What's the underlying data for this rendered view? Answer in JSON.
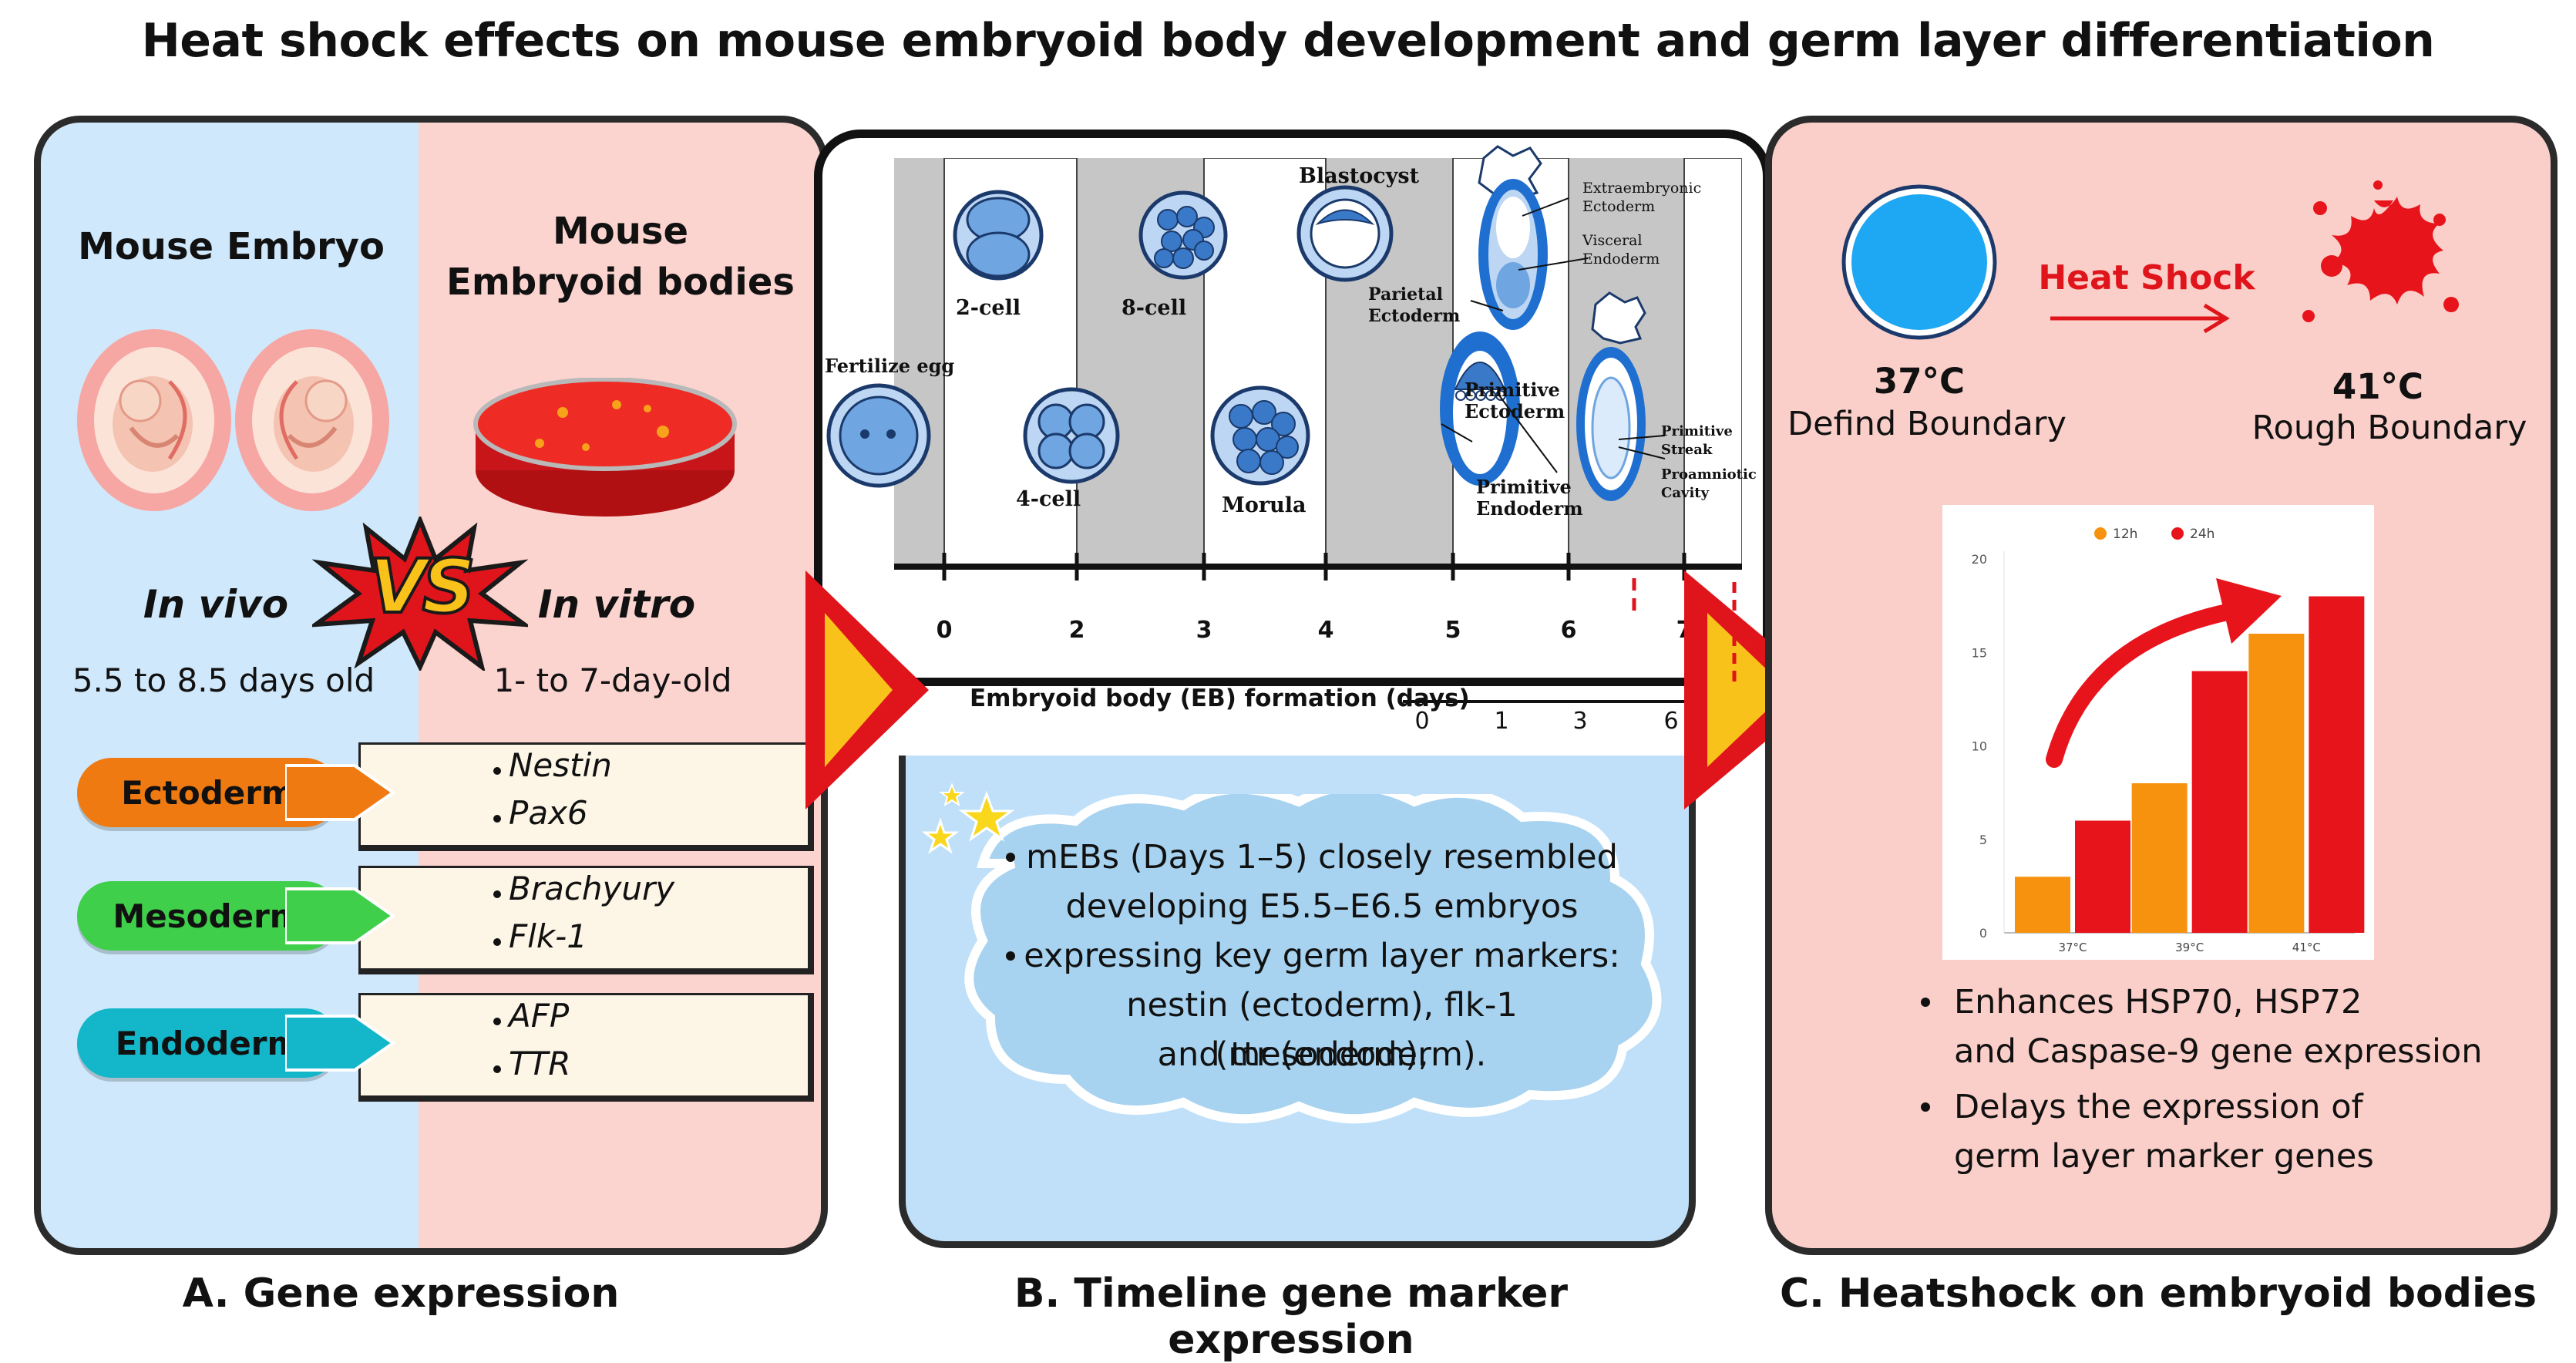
{
  "title": "Heat shock effects on mouse embryoid body development and germ layer differentiation",
  "captions": {
    "a": "A. Gene expression",
    "b": "B. Timeline gene marker expression",
    "c": "C. Heatshock on embryoid bodies"
  },
  "panel_a": {
    "left_heading": "Mouse Embryo",
    "right_heading_1": "Mouse",
    "right_heading_2": "Embryoid bodies",
    "vs": "VS",
    "left_mode": "In vivo",
    "right_mode": "In vitro",
    "left_age": "5.5 to 8.5 days old",
    "right_age": "1- to 7-day-old",
    "layers": [
      {
        "name": "Ectoderm",
        "color": "#f07a12",
        "markers": [
          "Nestin",
          "Pax6"
        ]
      },
      {
        "name": "Mesoderm",
        "color": "#3fcf4a",
        "markers": [
          "Brachyury",
          "Flk-1"
        ]
      },
      {
        "name": "Endoderm",
        "color": "#14b6c9",
        "markers": [
          "AFP",
          "TTR"
        ]
      }
    ]
  },
  "panel_b": {
    "stages": {
      "fertilized": "Fertilize egg",
      "two_cell": "2-cell",
      "four_cell": "4-cell",
      "eight_cell": "8-cell",
      "morula": "Morula",
      "blastocyst": "Blastocyst",
      "parietal": "Parietal",
      "parietal_2": "Ectoderm",
      "prim_ecto": "Primitive",
      "prim_ecto_2": "Ectoderm",
      "prim_endo": "Primitive",
      "prim_endo_2": "Endoderm",
      "extra": "Extraembryonic",
      "extra_2": "Ectoderm",
      "visceral": "Visceral",
      "visceral_2": "Endoderm",
      "streak": "Primitive",
      "streak_2": "Streak",
      "proam": "Proamniotic",
      "proam_2": "Cavity"
    },
    "timeline_ticks": [
      "0",
      "2",
      "3",
      "4",
      "5",
      "6",
      "7"
    ],
    "eb_label": "Embryoid body (EB) formation (days)",
    "eb_ticks": [
      "0",
      "1",
      "3",
      "6"
    ],
    "bullets": [
      [
        "mEBs (Days 1–5) closely resembled",
        "developing E5.5–E6.5 embryos"
      ],
      [
        "expressing key germ layer markers:",
        "nestin (ectoderm), flk-1 (mesoderm),",
        "and ttr (endoderm)."
      ]
    ]
  },
  "panel_c": {
    "temp_normal": "37°C",
    "temp_normal_label": "Defind Boundary",
    "heat_shock": "Heat Shock",
    "temp_heat": "41°C",
    "temp_heat_label": "Rough Boundary",
    "colors": {
      "normal": "#1ea7f2",
      "heat": "#e8141c"
    },
    "bullets": [
      [
        "Enhances HSP70, HSP72",
        "and Caspase-9 gene expression"
      ],
      [
        "Delays the expression of",
        "germ layer marker genes"
      ]
    ]
  },
  "chart_data": {
    "type": "bar",
    "categories": [
      "37°C",
      "39°C",
      "41°C"
    ],
    "series": [
      {
        "name": "12h",
        "color": "#f7920f",
        "values": [
          3,
          8,
          16
        ]
      },
      {
        "name": "24h",
        "color": "#e8141c",
        "values": [
          6,
          14,
          18
        ]
      }
    ],
    "ylim": [
      0,
      20
    ],
    "yticks": [
      "0",
      "5",
      "10",
      "15",
      "20"
    ],
    "legend_position": "top",
    "grid": false
  }
}
